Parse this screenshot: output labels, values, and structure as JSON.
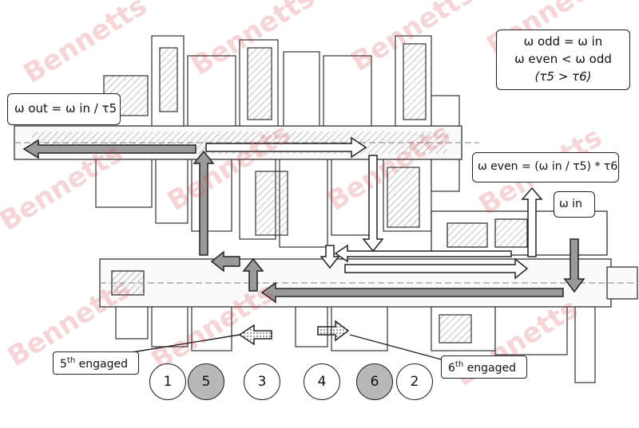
{
  "equations": {
    "top_right_line1": "ω odd = ω in",
    "top_right_line2": "ω even < ω odd",
    "top_right_line3": "(τ5 > τ6)",
    "output": "ω out = ω in / τ5",
    "even": "ω even = (ω in / τ5) * τ6",
    "input": "ω in"
  },
  "callouts": {
    "fifth_num": "5",
    "fifth_suffix": "th",
    "fifth_text": "engaged",
    "sixth_num": "6",
    "sixth_suffix": "th",
    "sixth_text": "engaged"
  },
  "gears": [
    {
      "label": "1",
      "engaged": false
    },
    {
      "label": "5",
      "engaged": true
    },
    {
      "label": "3",
      "engaged": false
    },
    {
      "label": "4",
      "engaged": false
    },
    {
      "label": "6",
      "engaged": true
    },
    {
      "label": "2",
      "engaged": false
    }
  ],
  "watermark": "Bennetts",
  "colors": {
    "watermark": "#dc3c46",
    "engaged_gear": "#b8b8b8"
  }
}
